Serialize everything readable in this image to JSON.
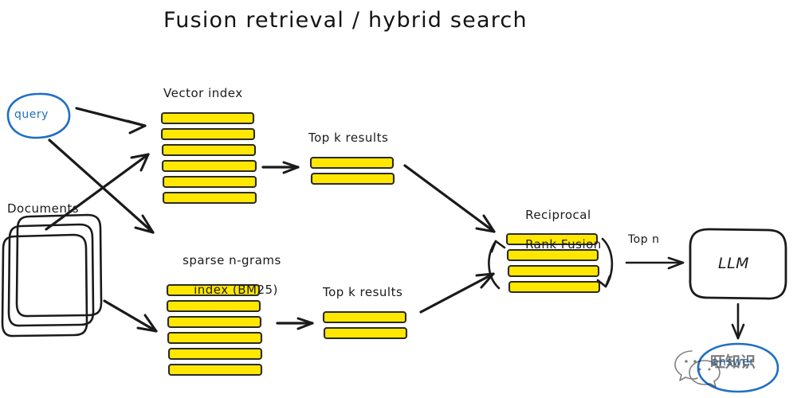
{
  "diagram": {
    "title": "Fusion retrieval / hybrid search",
    "nodes": {
      "query": {
        "label": "query",
        "color": "#1f6fc4",
        "shape": "ellipse"
      },
      "documents": {
        "label": "Documents",
        "shape": "stacked-documents"
      },
      "vector_index": {
        "label": "Vector index",
        "bar_count": 6,
        "bar_color": "#FFE700"
      },
      "sparse_index": {
        "label": "sparse n-grams\nindex (BM25)",
        "label_line1": "sparse n-grams",
        "label_line2": "index (BM25)",
        "bar_count": 6,
        "bar_color": "#FFE700"
      },
      "topk_vector": {
        "label": "Top k results",
        "bar_count": 2,
        "bar_color": "#FFE700"
      },
      "topk_sparse": {
        "label": "Top k results",
        "bar_count": 2,
        "bar_color": "#FFE700"
      },
      "rrf": {
        "label": "Reciprocal\nRank Fusion",
        "label_line1": "Reciprocal",
        "label_line2": "Rank Fusion",
        "bar_count": 4,
        "bar_color": "#FFE700"
      },
      "llm": {
        "label": "LLM",
        "shape": "rounded-rect"
      },
      "answer": {
        "label": "answer",
        "color": "#1f6fc4",
        "shape": "ellipse"
      }
    },
    "edge_labels": {
      "top_n": "Top n"
    },
    "watermark": {
      "text": "旺知识",
      "icon": "wechat-icon"
    },
    "colors": {
      "ink": "#1a1a1a",
      "accent_blue": "#1f6fc4",
      "highlight_yellow": "#FFE700",
      "background": "#ffffff"
    }
  }
}
